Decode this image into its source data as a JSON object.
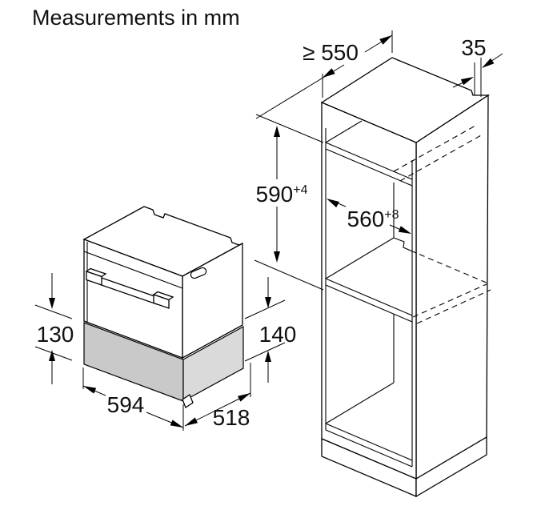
{
  "title": "Measurements in mm",
  "units": "mm",
  "drawer_unit": {
    "lower_box_height": "130",
    "unit_height": "140",
    "width": "594",
    "depth": "518"
  },
  "cabinet": {
    "min_depth": "≥ 550",
    "side_panel_thickness": "35",
    "niche_height": {
      "value": "590",
      "tolerance": "+4"
    },
    "niche_width": {
      "value": "560",
      "tolerance": "+8"
    }
  }
}
